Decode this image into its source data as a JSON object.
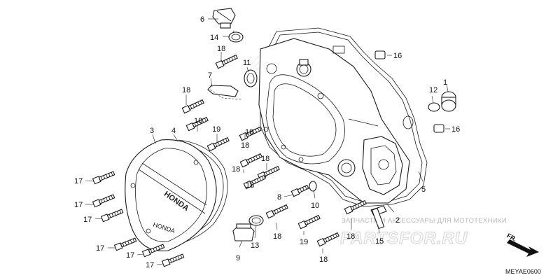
{
  "diagram": {
    "code": "MEYAE0600",
    "direction_label": "FR.",
    "cover_emblem": "HONDA",
    "cover_marking": "HONDA",
    "watermark": {
      "tagline": "ЗАПЧАСТИ И АКСЕССУАРЫ ДЛЯ МОТОТЕХНИКИ",
      "logo": "PARTSFOR.RU"
    },
    "callouts": {
      "c1": "1",
      "c2": "2",
      "c3": "3",
      "c4": "4",
      "c5": "5",
      "c6": "6",
      "c7": "7",
      "c8": "8",
      "c9": "9",
      "c10": "10",
      "c11": "11",
      "c12": "12",
      "c13": "13",
      "c14": "14",
      "c15": "15",
      "c16a": "16",
      "c16b": "16",
      "c17a": "17",
      "c17b": "17",
      "c17c": "17",
      "c17d": "17",
      "c17e": "17",
      "c17f": "17",
      "c18a": "18",
      "c18b": "18",
      "c18c": "18",
      "c18d": "18",
      "c18e": "18",
      "c18f": "18",
      "c18g": "18",
      "c18h": "18",
      "c18i": "18",
      "c18j": "18",
      "c18k": "18",
      "c19a": "19",
      "c19b": "19"
    }
  }
}
